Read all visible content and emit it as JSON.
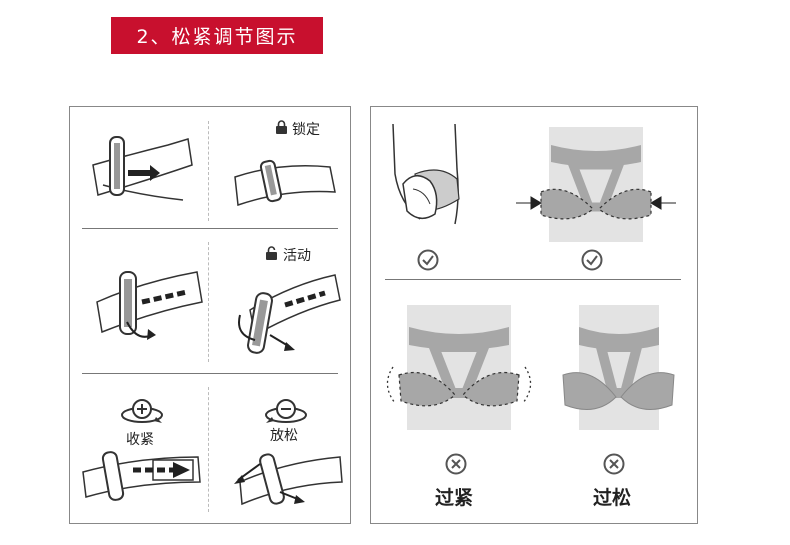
{
  "title": "2、松紧调节图示",
  "left_panel": {
    "locked_label": "锁定",
    "active_label": "活动",
    "tighten_label": "收紧",
    "loosen_label": "放松"
  },
  "right_panel": {
    "too_tight_label": "过紧",
    "too_loose_label": "过松"
  },
  "colors": {
    "banner": "#c8102e",
    "harness": "#a7a7a7",
    "line": "#333333"
  }
}
